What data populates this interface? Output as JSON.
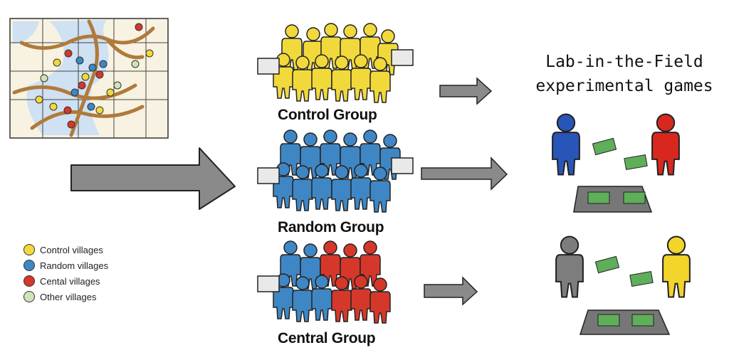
{
  "legend": {
    "items": [
      {
        "label": "Control villages",
        "color": "#f2d93b"
      },
      {
        "label": "Random villages",
        "color": "#3f86c4"
      },
      {
        "label": "Cental villages",
        "color": "#d5382a"
      },
      {
        "label": "Other villages",
        "color": "#cfe3b8"
      }
    ]
  },
  "groups": {
    "control": {
      "label": "Control Group",
      "color": "#f2d93b"
    },
    "random": {
      "label": "Random Group",
      "color": "#3f86c4"
    },
    "central": {
      "label": "Central Group",
      "color": "#d5382a"
    }
  },
  "games": {
    "title_line1": "Lab-in-the-Field",
    "title_line2": "experimental games",
    "player_colors": [
      "#2a55b8",
      "#d8281e",
      "#7d7d7d",
      "#f2d42a"
    ],
    "money_color": "#5fae5a"
  },
  "colors": {
    "arrow": "#8a8a8a",
    "map_water": "#cfe1f2",
    "map_land": "#f7f2e1",
    "map_road": "#b07a3a"
  }
}
